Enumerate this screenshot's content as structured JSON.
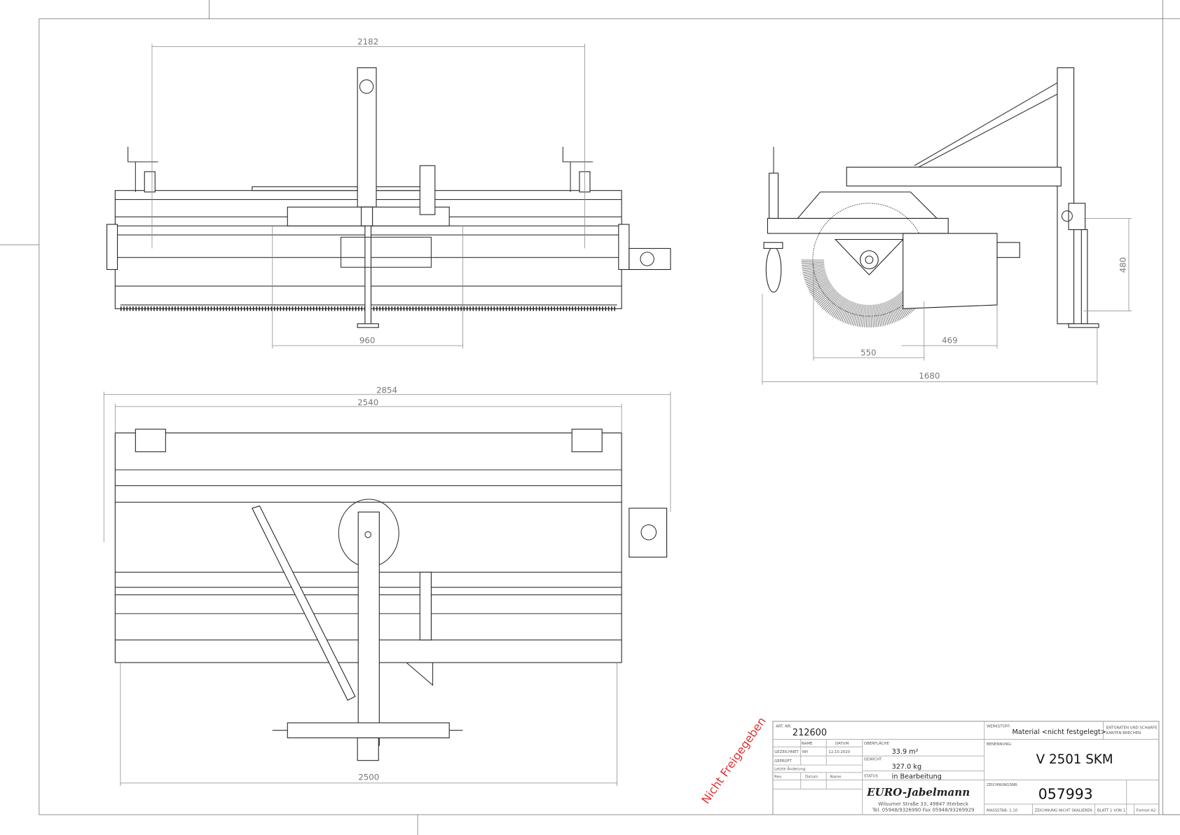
{
  "dimensions": {
    "front_width": "2182",
    "front_mast": "960",
    "top_overall": "2854",
    "top_body": "2540",
    "top_bottom": "2500",
    "side_brush": "550",
    "side_rear": "469",
    "side_overall": "1680",
    "side_height": "480"
  },
  "title_block": {
    "art_nr_label": "ART.-NR.",
    "art_nr": "212600",
    "name_col": "NAME",
    "datum_col": "DATUM",
    "gezeichnet_label": "GEZEICHNET",
    "gezeichnet_name": "NH",
    "gezeichnet_datum": "12.10.2020",
    "geprueft_label": "GEPRÜFT",
    "letzte_aenderung": "Letzte Änderung",
    "rev_label": "Rev.",
    "rev_datum": "Datum",
    "rev_name": "Name",
    "oberflaeche_label": "OBERFLÄCHE",
    "oberflaeche": "33.9 m²",
    "gewicht_label": "GEWICHT",
    "gewicht": "327.0 kg",
    "status_label": "STATUS",
    "status": "in Bearbeitung",
    "company": "EURO-Jabelmann",
    "address": "Wilsumer Straße 33, 49847 Itterbeck",
    "phone": "Tel. 05948/9326990 Fax 05948/93269929",
    "werkstoff_label": "WERKSTOFF:",
    "werkstoff": "Material <nicht festgelegt>",
    "entgraten_1": "ENTGRATEN UND SCHARFE",
    "entgraten_2": "KANTEN BRECHEN",
    "benennung_label": "BENENNUNG:",
    "benennung": "V 2501 SKM",
    "zeichnungsnr_label": "ZEICHNUNGSNR.",
    "zeichnungsnr": "057993",
    "massstab": "MASSSTAB: 1:10",
    "nicht_skalieren": "ZEICHNUNG NICHT SKALIEREN",
    "blatt": "BLATT 1 VON 1",
    "format": "Format A2"
  },
  "stamp": "Nicht Freigegeben"
}
